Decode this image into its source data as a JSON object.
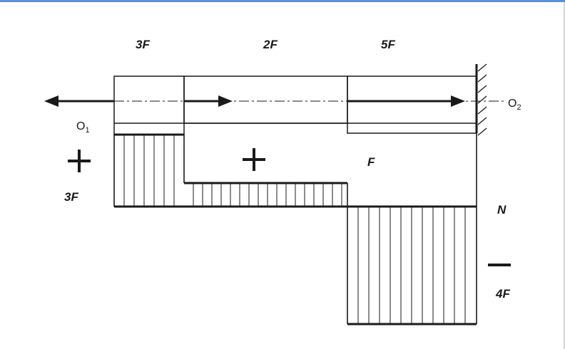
{
  "forces": {
    "f1": "3F",
    "f2": "2F",
    "f3": "5F"
  },
  "axis": {
    "o1": "O",
    "o1_sub": "1",
    "o2": "O",
    "o2_sub": "2"
  },
  "diagram": {
    "plus_sign": "+",
    "minus_sign": "−",
    "value_left": "3F",
    "value_mid": "F",
    "value_neg": "4F",
    "axis_name": "N"
  },
  "colors": {
    "ink": "#1a1a1a",
    "frame": "#5b8fd6"
  }
}
